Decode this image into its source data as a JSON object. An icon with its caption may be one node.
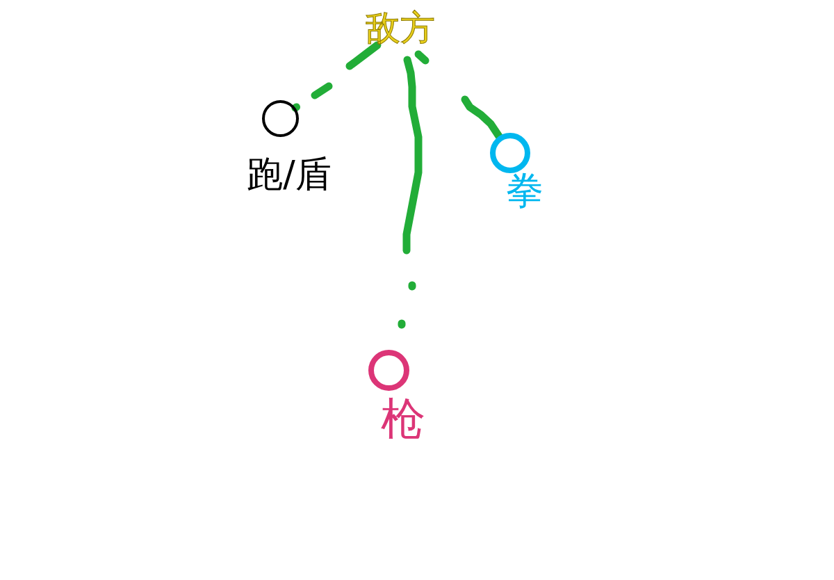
{
  "diagram": {
    "nodes": [
      {
        "text": [
          "敌方"
        ]
      },
      {
        "text": [],
        "shape": "circle",
        "beside": [
          "跑/盾"
        ]
      },
      {
        "text": [],
        "shape": "circle",
        "beside": [
          "拳"
        ]
      },
      {
        "text": [],
        "shape": "circle",
        "beside": [
          "枪"
        ]
      }
    ],
    "edges": [
      {
        "from": 0,
        "to": 1,
        "arrow": "none",
        "style": "dashed"
      },
      {
        "from": 0,
        "to": 2,
        "arrow": "none",
        "style": "dashed"
      },
      {
        "from": 0,
        "to": 3,
        "arrow": "none",
        "style": "dashed"
      }
    ]
  }
}
